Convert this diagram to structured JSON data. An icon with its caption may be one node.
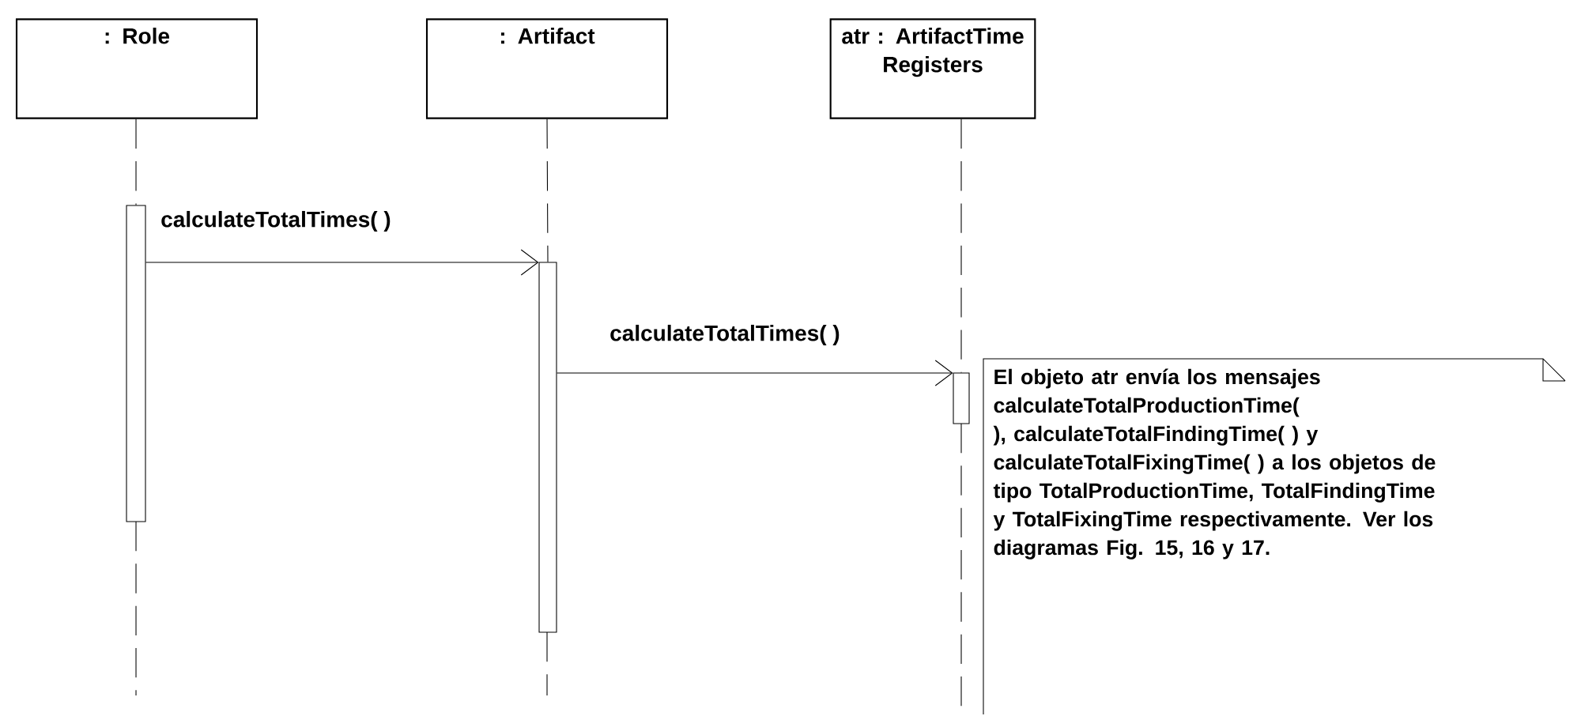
{
  "diagram": {
    "nodes": [
      {
        "text": [
          ": Role"
        ]
      },
      {
        "text": [
          ": Artifact"
        ]
      },
      {
        "text": [
          "atr : ArtifactTime Registers"
        ]
      },
      {
        "text": [],
        "shape": "bar"
      },
      {
        "text": [],
        "shape": "bar"
      },
      {
        "text": [],
        "shape": "bar"
      },
      {
        "text": [
          "El objeto atr envía los mensajes calculateTotalProductionTime( ), calculateTotalFindingTime( ) y calculateTotalFixingTime( ) a los objetos de tipo TotalProductionTime, TotalFindingTime y TotalFixingTime respectivamente. Ver los diagramas Fig. 15, 16 y 17."
        ]
      }
    ],
    "edges": [
      {
        "from": 0,
        "to": 3,
        "arrow": "none",
        "style": "dashed"
      },
      {
        "from": 1,
        "to": 4,
        "arrow": "none",
        "style": "dashed"
      },
      {
        "from": 2,
        "to": 5,
        "arrow": "none",
        "style": "dashed"
      },
      {
        "from": 3,
        "to": 4,
        "arrow": "to",
        "label": "calculateTotalTimes( )"
      },
      {
        "from": 4,
        "to": 5,
        "arrow": "to",
        "label": "calculateTotalTimes( )"
      }
    ]
  }
}
